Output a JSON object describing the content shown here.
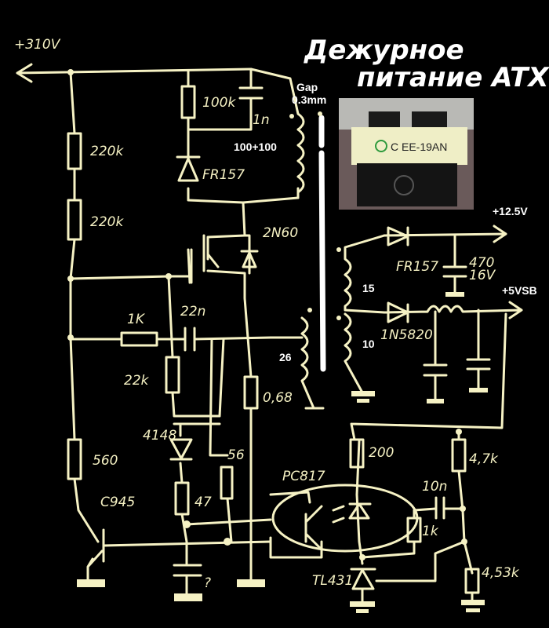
{
  "title": {
    "line1": "Дежурное",
    "line2": "питание ATX"
  },
  "photo": {
    "label": "C EE-19AN",
    "logo_color": "#2e9a3c"
  },
  "transformer": {
    "gap_line1": "Gap",
    "gap_line2": "0.3mm",
    "primary_turns": "100+100",
    "feedback_turns": "26",
    "secondary_turns_12v": "15",
    "secondary_turns_5v": "10"
  },
  "rails": {
    "input": "+310V",
    "out12": "+12.5V",
    "out5": "+5VSB"
  },
  "components": {
    "r1": "220k",
    "r2": "220k",
    "r_snub": "100k",
    "c_snub": "1n",
    "d_snub": "FR157",
    "mosfet": "2N60",
    "r_1k": "1K",
    "c_22n": "22n",
    "r_22k": "22k",
    "r_sense": "0,68",
    "d_4148": "4148",
    "r_560": "560",
    "q_c945": "C945",
    "r_47": "47",
    "r_56": "56",
    "c_unknown": "?",
    "opto": "PC817",
    "r_200": "200",
    "r_47k": "4,7k",
    "c_10n": "10n",
    "r_1k_fb": "1k",
    "r_453k": "4,53k",
    "tl431": "TL431",
    "d_12v": "FR157",
    "c_12v_1": "470",
    "c_12v_2": "16V",
    "d_5v": "1N5820"
  },
  "colors": {
    "background": "#000000",
    "ink": "#f6f2c4"
  }
}
